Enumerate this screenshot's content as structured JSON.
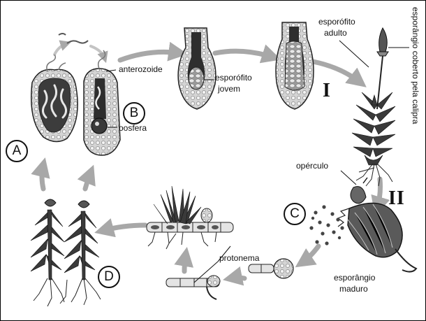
{
  "labels": {
    "anterozoide": "anterozoide",
    "oosfera": "oosfera",
    "esporofito_jovem_1": "esporófito",
    "esporofito_jovem_2": "jovem",
    "esporofito_adulto_1": "esporófito",
    "esporofito_adulto_2": "adulto",
    "esporangio_coberto": "esporângio coberto pela calipra",
    "operculo": "opérculo",
    "protonema": "protonema",
    "esporangio_maduro_1": "esporângio",
    "esporangio_maduro_2": "maduro"
  },
  "stage_markers": {
    "A": "A",
    "B": "B",
    "C": "C",
    "D": "D",
    "I": "I",
    "II": "II"
  },
  "colors": {
    "ink": "#111111",
    "arrow": "#a8a8a8",
    "tissue": "#c8c8c8",
    "plant": "#3a3a3a"
  }
}
